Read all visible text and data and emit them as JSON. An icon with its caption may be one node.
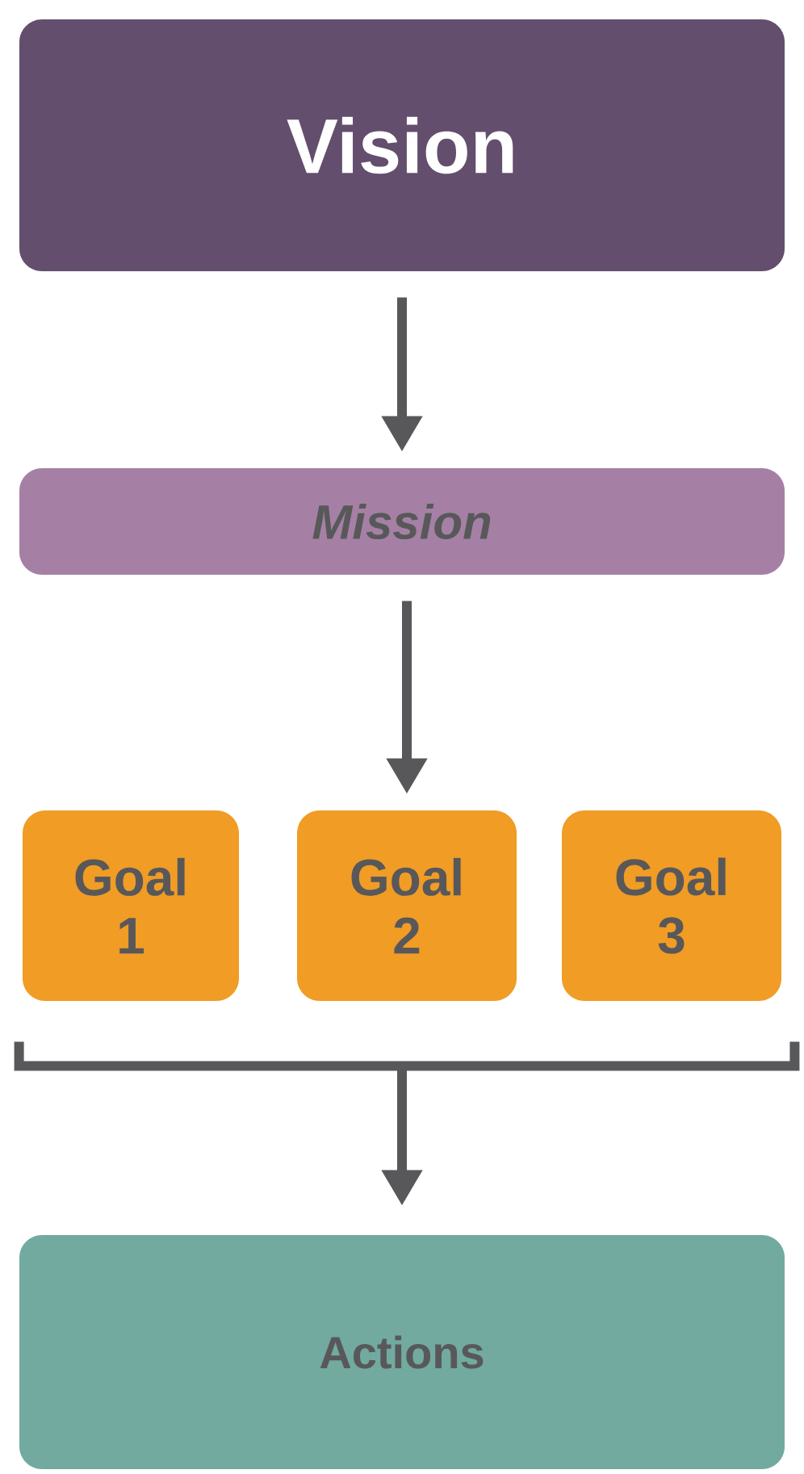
{
  "diagram": {
    "nodes": [
      {
        "text": [
          "Vision"
        ]
      },
      {
        "text": [
          "Mission"
        ]
      },
      {
        "text": [
          "Goal 1"
        ]
      },
      {
        "text": [
          "Goal 2"
        ]
      },
      {
        "text": [
          "Goal 3"
        ]
      },
      {
        "text": [
          "Actions"
        ]
      }
    ],
    "edges": [
      {
        "from": 0,
        "to": 1,
        "arrow": "to"
      },
      {
        "from": 1,
        "to": 3,
        "arrow": "to"
      },
      {
        "from": 2,
        "to": 5,
        "arrow": "to"
      },
      {
        "from": 4,
        "to": 5,
        "arrow": "to"
      }
    ]
  }
}
